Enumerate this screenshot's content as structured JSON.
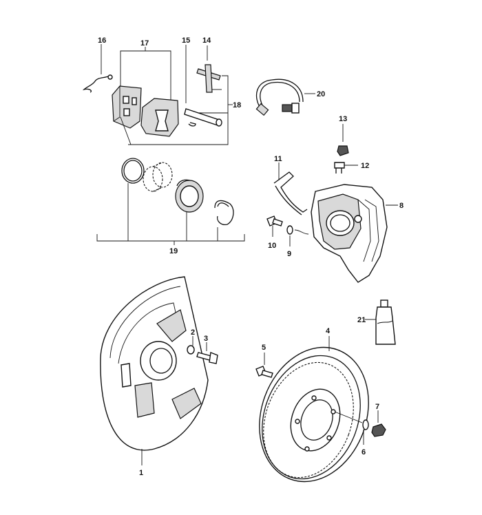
{
  "diagram": {
    "callouts": {
      "c1": "1",
      "c2": "2",
      "c3": "3",
      "c4": "4",
      "c5": "5",
      "c6": "6",
      "c7": "7",
      "c8": "8",
      "c9": "9",
      "c10": "10",
      "c11": "11",
      "c12": "12",
      "c13": "13",
      "c14": "14",
      "c15": "15",
      "c16": "16",
      "c17": "17",
      "c18": "18",
      "c19": "19",
      "c20": "20",
      "c21": "21"
    },
    "stroke_color": "#111111",
    "background_color": "#ffffff"
  }
}
